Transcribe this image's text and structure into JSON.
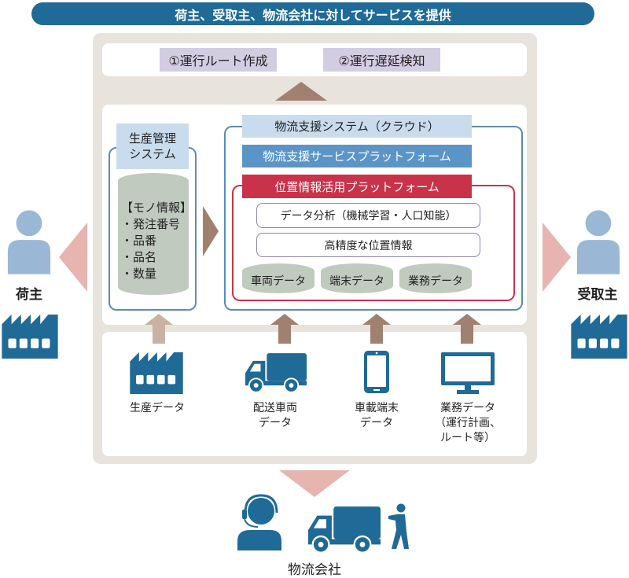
{
  "title": "荷主、受取主、物流会社に対してサービスを提供",
  "outputs": [
    "①運行ルート作成",
    "②運行遅延検知"
  ],
  "production_system": {
    "label": "生産管理システム",
    "label_line1": "生産管理",
    "label_line2": "システム",
    "db_title": "【モノ情報】",
    "items": [
      "・発注番号",
      "・品番",
      "・品名",
      "・数量"
    ]
  },
  "cloud": {
    "title": "物流支援システム（クラウド）",
    "service_platform": "物流支援サービスプラットフォーム",
    "location_platform": "位置情報活用プラットフォーム",
    "analysis": "データ分析（機械学習・人口知能）",
    "precise_location": "高精度な位置情報",
    "stores": [
      "車両データ",
      "端末データ",
      "業務データ"
    ]
  },
  "sources": [
    {
      "line1": "生産データ"
    },
    {
      "line1": "配送車両",
      "line2": "データ"
    },
    {
      "line1": "車載端末",
      "line2": "データ"
    },
    {
      "line1": "業務データ",
      "line2": "（運行計画、",
      "line3": "ルート等）"
    }
  ],
  "shipper": "荷主",
  "receiver": "受取主",
  "logistics_company": "物流会社",
  "colors": {
    "blue": "#1f6a96",
    "brown": "#a08070",
    "pink": "#e8b4b0",
    "red": "#c8334a"
  }
}
